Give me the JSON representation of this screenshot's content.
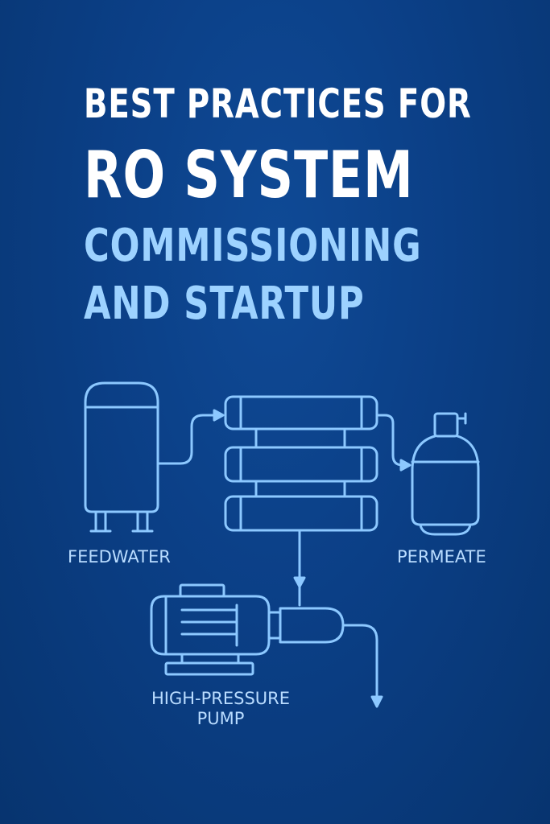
{
  "title": {
    "line1": "BEST PRACTICES FOR",
    "line2": "RO SYSTEM",
    "line3": "COMMISSIONING",
    "line4": "AND STARTUP"
  },
  "diagram": {
    "labels": {
      "feedwater": "FEEDWATER",
      "permeate": "PERMEATE",
      "pump_line1": "HIGH-PRESSURE",
      "pump_line2": "PUMP"
    }
  },
  "colors": {
    "background": "#0b3f86",
    "title_white": "#ffffff",
    "title_accent": "#9dd2ff",
    "diagram_stroke": "#8cc8ff"
  }
}
